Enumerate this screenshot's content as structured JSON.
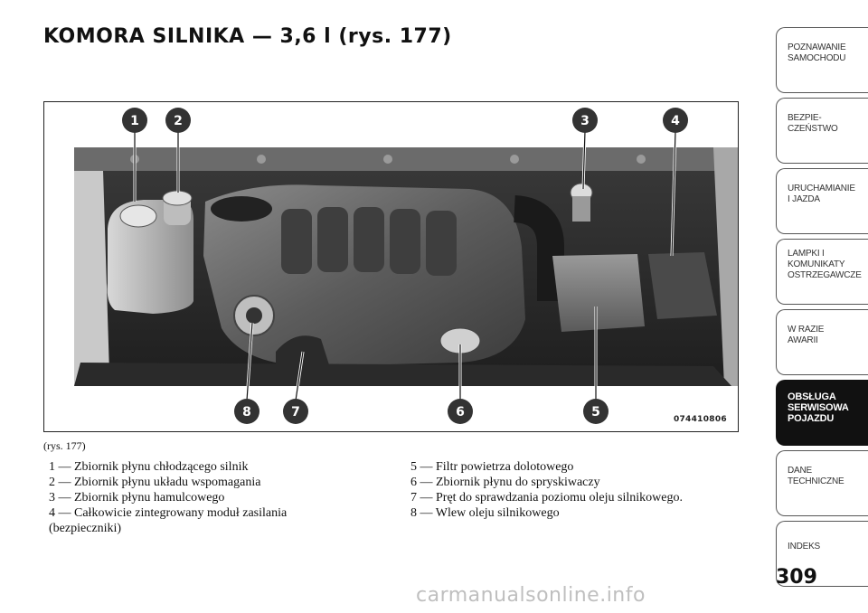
{
  "page": {
    "title": "KOMORA SILNIKA — 3,6 l (rys.  177)",
    "number": "309"
  },
  "figure": {
    "code": "074410806",
    "caption": "(rys. 177)",
    "callouts": [
      "1",
      "2",
      "3",
      "4",
      "5",
      "6",
      "7",
      "8"
    ]
  },
  "legend": {
    "left": [
      "1 — Zbiornik płynu chłodzącego silnik",
      "2 — Zbiornik płynu układu wspomagania",
      "3 — Zbiornik płynu hamulcowego",
      "4 — Całkowicie zintegrowany moduł zasilania",
      "(bezpieczniki)"
    ],
    "right": [
      "5 — Filtr powietrza dolotowego",
      "6 — Zbiornik płynu do spryskiwaczy",
      "7 — Pręt do sprawdzania poziomu oleju silnikowego.",
      "8 — Wlew oleju silnikowego"
    ]
  },
  "sidebar_tabs": [
    {
      "lines": [
        "POZNAWANIE",
        "SAMOCHODU"
      ],
      "active": false
    },
    {
      "lines": [
        "BEZPIE-",
        "CZEŃSTWO"
      ],
      "active": false
    },
    {
      "lines": [
        "URUCHAMIANIE",
        "I JAZDA"
      ],
      "active": false
    },
    {
      "lines": [
        "LAMPKI I",
        "KOMUNIKATY",
        "OSTRZEGAWCZE"
      ],
      "active": false
    },
    {
      "lines": [
        "W RAZIE",
        "AWARII"
      ],
      "active": false
    },
    {
      "lines": [
        "OBSŁUGA",
        "SERWISOWA",
        "POJAZDU"
      ],
      "active": true
    },
    {
      "lines": [
        "DANE",
        "TECHNICZNE"
      ],
      "active": false
    },
    {
      "lines": [
        "INDEKS"
      ],
      "active": false
    }
  ],
  "watermark": "carmanualsonline.info"
}
